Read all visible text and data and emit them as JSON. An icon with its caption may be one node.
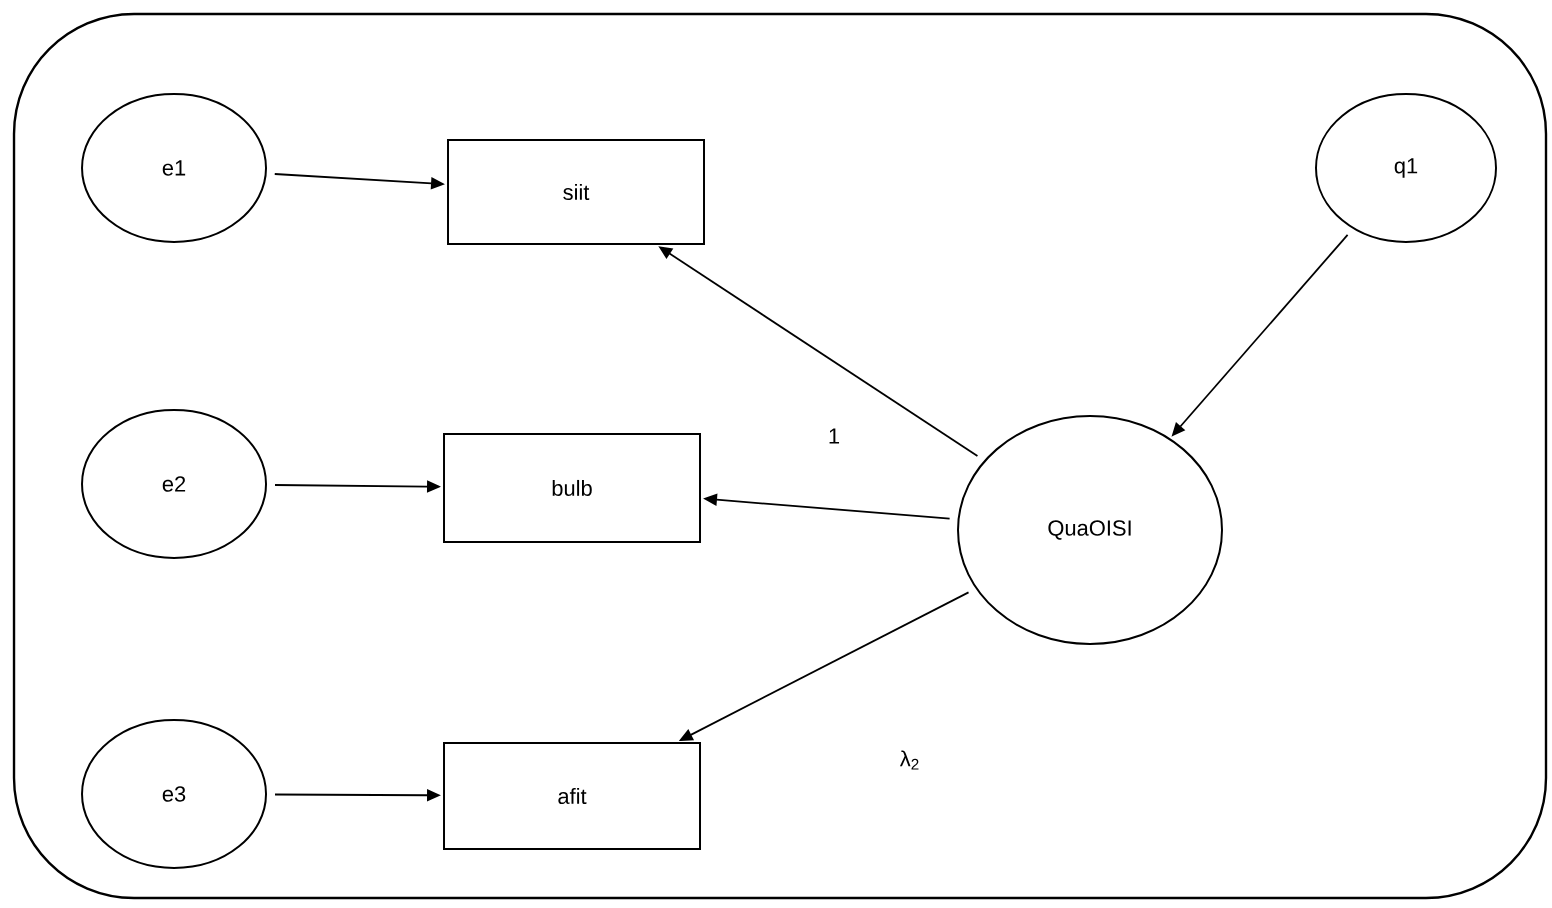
{
  "diagram": {
    "nodes": [
      {
        "text": [
          "e1"
        ]
      },
      {
        "text": [
          "siit"
        ]
      },
      {
        "text": [
          "q1"
        ]
      },
      {
        "text": [
          "e2"
        ]
      },
      {
        "text": [
          "bulb"
        ]
      },
      {
        "text": [
          "QuaOISI"
        ]
      },
      {
        "text": [
          "e3"
        ]
      },
      {
        "text": [
          "afit"
        ]
      }
    ],
    "edges": [
      {
        "from": 0,
        "to": 1,
        "arrow": "to"
      },
      {
        "from": 5,
        "to": 1,
        "arrow": "to"
      },
      {
        "from": 2,
        "to": 5,
        "arrow": "to"
      },
      {
        "from": 3,
        "to": 4,
        "arrow": "to"
      },
      {
        "from": 5,
        "to": 4,
        "arrow": "to",
        "label": "1"
      },
      {
        "from": 6,
        "to": 7,
        "arrow": "to"
      },
      {
        "from": 5,
        "to": 7,
        "arrow": "to",
        "label": "λ$_{2}$"
      }
    ]
  }
}
